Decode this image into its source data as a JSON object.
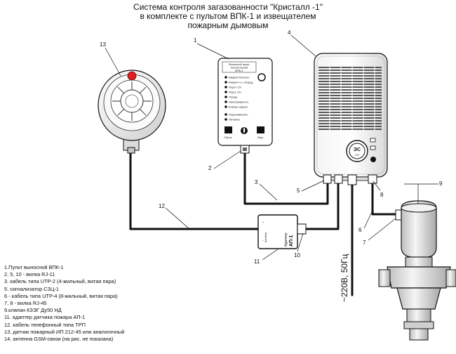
{
  "title": {
    "line1": "Система контроля загазованности \"Кристалл -1\"",
    "line2": "в комплекте с пультом ВПК-1 и извещателем",
    "line3": "пожарным дымовым"
  },
  "callouts": {
    "c1": "1",
    "c2": "2",
    "c3": "3",
    "c4": "4",
    "c5": "5",
    "c6": "6",
    "c7": "7",
    "c8": "8",
    "c9": "9",
    "c10": "10",
    "c11": "11",
    "c12": "12",
    "c13": "13"
  },
  "remote_panel": {
    "header1": "Выносной пульт",
    "header2": "контрольный",
    "header3": "ВПК-1",
    "indicators": [
      "Авария Реле/ен",
      "Авария т.к. оборуд.",
      "Порог СО",
      "Порог СН",
      "Пожар",
      "Неисправность",
      "Клапан закрыт"
    ],
    "ind_extra1": "Охрана/Вкл/ен",
    "ind_extra2": "Питание",
    "btn_left": "Сброс",
    "btn_right": "Звук"
  },
  "adapter": {
    "label1": "Адаптер",
    "label2": "АП-1",
    "side_label": "Шлейф"
  },
  "controller": {
    "logo": "ЭС",
    "sublabel": "СН"
  },
  "voltage_label": "~220В, 50Гц",
  "legend": [
    "1.Пульт выносной ВПК-1",
    "2, 5, 10 - вилка RJ-11",
    "3. кабель типа    UTP-2 (4-жильный, витая пара)",
    "5. сигнализатор СЗЦ-1",
    "6 - кабель типа  UTP-4 (8-жильный, витая пара)",
    "7, 8 - вилка RJ-45",
    "9.клапан КЗЭГ Ду50 НД",
    "11. адаптер датчика пожара АП-1",
    "12. кабель телефонный типа ТРП",
    "13. датчик пожарный ИП 212-45 или аналогичный",
    "14. антенна GSM-связи (на рис. не показана)"
  ]
}
